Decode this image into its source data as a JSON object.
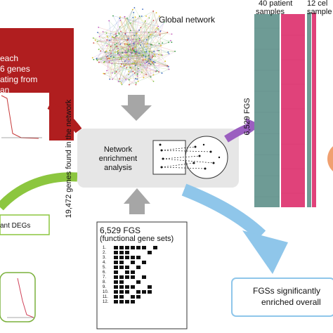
{
  "global_network": {
    "label": "Global network"
  },
  "red_box": {
    "lines": [
      "each",
      "6 genes",
      "ating from",
      "an"
    ]
  },
  "rotated_label": "19,472 genes found in the network",
  "enrichment": {
    "lines": [
      "Network",
      "enrichment",
      "analysis"
    ]
  },
  "fgs_box": {
    "title": "6,529 FGS",
    "subtitle": "(functional gene sets)",
    "rows": [
      "1.",
      "2.",
      "3.",
      "4.",
      "5.",
      "6.",
      "7.",
      "8.",
      "9.",
      "10.",
      "11.",
      "12."
    ]
  },
  "heatmap": {
    "axis_label": "6,529 FGS",
    "patients_label": [
      "40 patient",
      "samples"
    ],
    "cells_label": [
      "12 cel",
      "sample"
    ]
  },
  "degs_label": "ant DEGs",
  "fgs_significant": {
    "lines": [
      "FGSs significantly",
      "enriched overall"
    ]
  },
  "colors": {
    "red": "#b01e1f",
    "green": "#8cc63f",
    "purple": "#9b5fc0",
    "light_blue": "#8fc6ea",
    "gray_arrow": "#a6a6a6",
    "panel_gray": "#e6e6e6",
    "teal": "#6e9b95",
    "pink": "#e0427a",
    "orange": "#f0a070"
  }
}
